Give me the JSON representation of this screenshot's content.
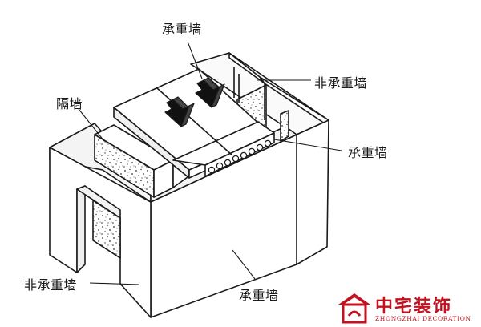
{
  "labels": {
    "top_bearing": "承重墙",
    "right_non_bearing": "非承重墙",
    "partition": "隔墙",
    "right_bearing": "承重墙",
    "left_non_bearing": "非承重墙",
    "front_bearing": "承重墙"
  },
  "logo": {
    "brand": "中宅装饰",
    "brand_en": "ZHONGZHAI DECORATION",
    "color": "#c1121f"
  },
  "colors": {
    "line": "#1a1a1a",
    "speckle_fill": "#ffffff",
    "accent": "#c1121f"
  }
}
